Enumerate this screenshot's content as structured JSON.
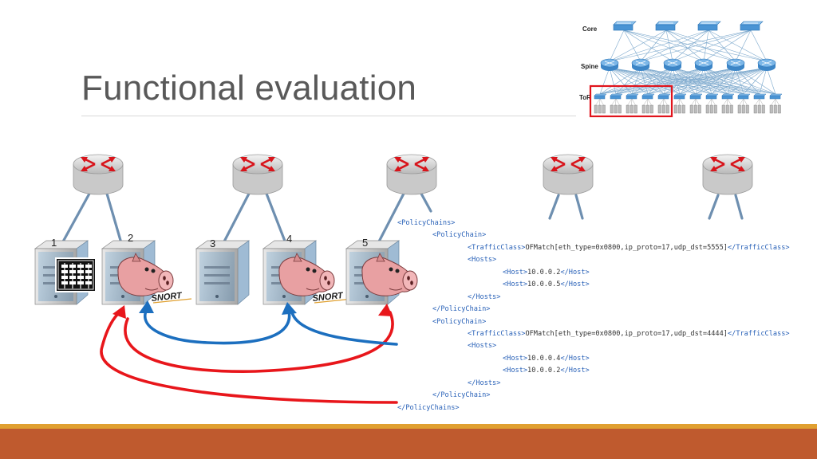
{
  "slide": {
    "title": "Functional evaluation"
  },
  "topology": {
    "tiers": [
      "Core",
      "Spine",
      "ToR"
    ]
  },
  "servers": {
    "labels": [
      "1",
      "2",
      "3",
      "4",
      "5"
    ],
    "snort_label": "SNORT"
  },
  "policy_xml": {
    "lines": [
      {
        "indent": 0,
        "pre": "",
        "open": "<PolicyChains>",
        "text": "",
        "close": ""
      },
      {
        "indent": 1,
        "pre": "",
        "open": "<PolicyChain>",
        "text": "",
        "close": ""
      },
      {
        "indent": 2,
        "pre": "",
        "open": "<TrafficClass>",
        "text": "OFMatch[eth_type=0x0800,ip_proto=17,udp_dst=5555]",
        "close": "</TrafficClass>"
      },
      {
        "indent": 2,
        "pre": "",
        "open": "<Hosts>",
        "text": "",
        "close": ""
      },
      {
        "indent": 3,
        "pre": "",
        "open": "<Host>",
        "text": "10.0.0.2",
        "close": "</Host>"
      },
      {
        "indent": 3,
        "pre": "",
        "open": "<Host>",
        "text": "10.0.0.5",
        "close": "</Host>"
      },
      {
        "indent": 2,
        "pre": "",
        "open": "</Hosts>",
        "text": "",
        "close": ""
      },
      {
        "indent": 1,
        "pre": "",
        "open": "</PolicyChain>",
        "text": "",
        "close": ""
      },
      {
        "indent": 1,
        "pre": "",
        "open": "<PolicyChain>",
        "text": "",
        "close": ""
      },
      {
        "indent": 2,
        "pre": "",
        "open": "<TrafficClass>",
        "text": "OFMatch[eth_type=0x0800,ip_proto=17,udp_dst=4444]",
        "close": "</TrafficClass>"
      },
      {
        "indent": 2,
        "pre": "",
        "open": "<Hosts>",
        "text": "",
        "close": ""
      },
      {
        "indent": 3,
        "pre": "",
        "open": "<Host>",
        "text": "10.0.0.4",
        "close": "</Host>"
      },
      {
        "indent": 3,
        "pre": "",
        "open": "<Host>",
        "text": "10.0.0.2",
        "close": "</Host>"
      },
      {
        "indent": 2,
        "pre": "",
        "open": "</Hosts>",
        "text": "",
        "close": ""
      },
      {
        "indent": 1,
        "pre": "",
        "open": "</PolicyChain>",
        "text": "",
        "close": ""
      },
      {
        "indent": 0,
        "pre": "",
        "open": "</PolicyChains>",
        "text": "",
        "close": ""
      }
    ]
  },
  "colors": {
    "footer_bar": "#bf5a2e",
    "footer_accent": "#e0a030",
    "red_flow": "#e8161b",
    "blue_flow": "#1c6fbf",
    "xml_tag": "#2a62b8",
    "highlight_box": "#e0141c"
  },
  "icons": {
    "router": "router-icon",
    "server": "server-icon",
    "pig": "snort-pig-icon",
    "firewall": "firewall-icon"
  }
}
